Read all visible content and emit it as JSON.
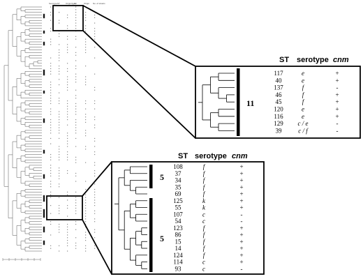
{
  "mini_headers": [
    "Serotype",
    "ST",
    "Origin/type",
    "Ori",
    "Origin",
    "No. of strains"
  ],
  "top_panel": {
    "headers": {
      "st": "ST",
      "serotype": "serotype",
      "cnm": "cnm"
    },
    "cluster_label": "11",
    "rows": [
      {
        "st": "117",
        "serotype": "e",
        "cnm": "+"
      },
      {
        "st": "40",
        "serotype": "e",
        "cnm": "+"
      },
      {
        "st": "137",
        "serotype": "f",
        "cnm": "-"
      },
      {
        "st": "46",
        "serotype": "f",
        "cnm": "+"
      },
      {
        "st": "45",
        "serotype": "f",
        "cnm": "+"
      },
      {
        "st": "120",
        "serotype": "e",
        "cnm": "+"
      },
      {
        "st": "116",
        "serotype": "e",
        "cnm": "+"
      },
      {
        "st": "129",
        "serotype": "c / e",
        "cnm": "-"
      },
      {
        "st": "39",
        "serotype": "c / f",
        "cnm": "-"
      }
    ]
  },
  "bottom_panel": {
    "headers": {
      "st": "ST",
      "serotype": "serotype",
      "cnm": "cnm"
    },
    "cluster_labels": [
      "5",
      "5"
    ],
    "rows": [
      {
        "st": "108",
        "serotype": "f",
        "cnm": "+"
      },
      {
        "st": "37",
        "serotype": "f",
        "cnm": "+"
      },
      {
        "st": "34",
        "serotype": "f",
        "cnm": "+"
      },
      {
        "st": "35",
        "serotype": "f",
        "cnm": "+"
      },
      {
        "st": "69",
        "serotype": "f",
        "cnm": "+"
      },
      {
        "st": "125",
        "serotype": "k",
        "cnm": "+"
      },
      {
        "st": "55",
        "serotype": "k",
        "cnm": "+"
      },
      {
        "st": "107",
        "serotype": "c",
        "cnm": "-"
      },
      {
        "st": "54",
        "serotype": "c",
        "cnm": "-"
      },
      {
        "st": "123",
        "serotype": "f",
        "cnm": "+"
      },
      {
        "st": "86",
        "serotype": "f",
        "cnm": "+"
      },
      {
        "st": "15",
        "serotype": "f",
        "cnm": "+"
      },
      {
        "st": "14",
        "serotype": "f",
        "cnm": "+"
      },
      {
        "st": "124",
        "serotype": "f",
        "cnm": "+"
      },
      {
        "st": "114",
        "serotype": "c",
        "cnm": "+"
      },
      {
        "st": "93",
        "serotype": "c",
        "cnm": "-"
      }
    ]
  }
}
